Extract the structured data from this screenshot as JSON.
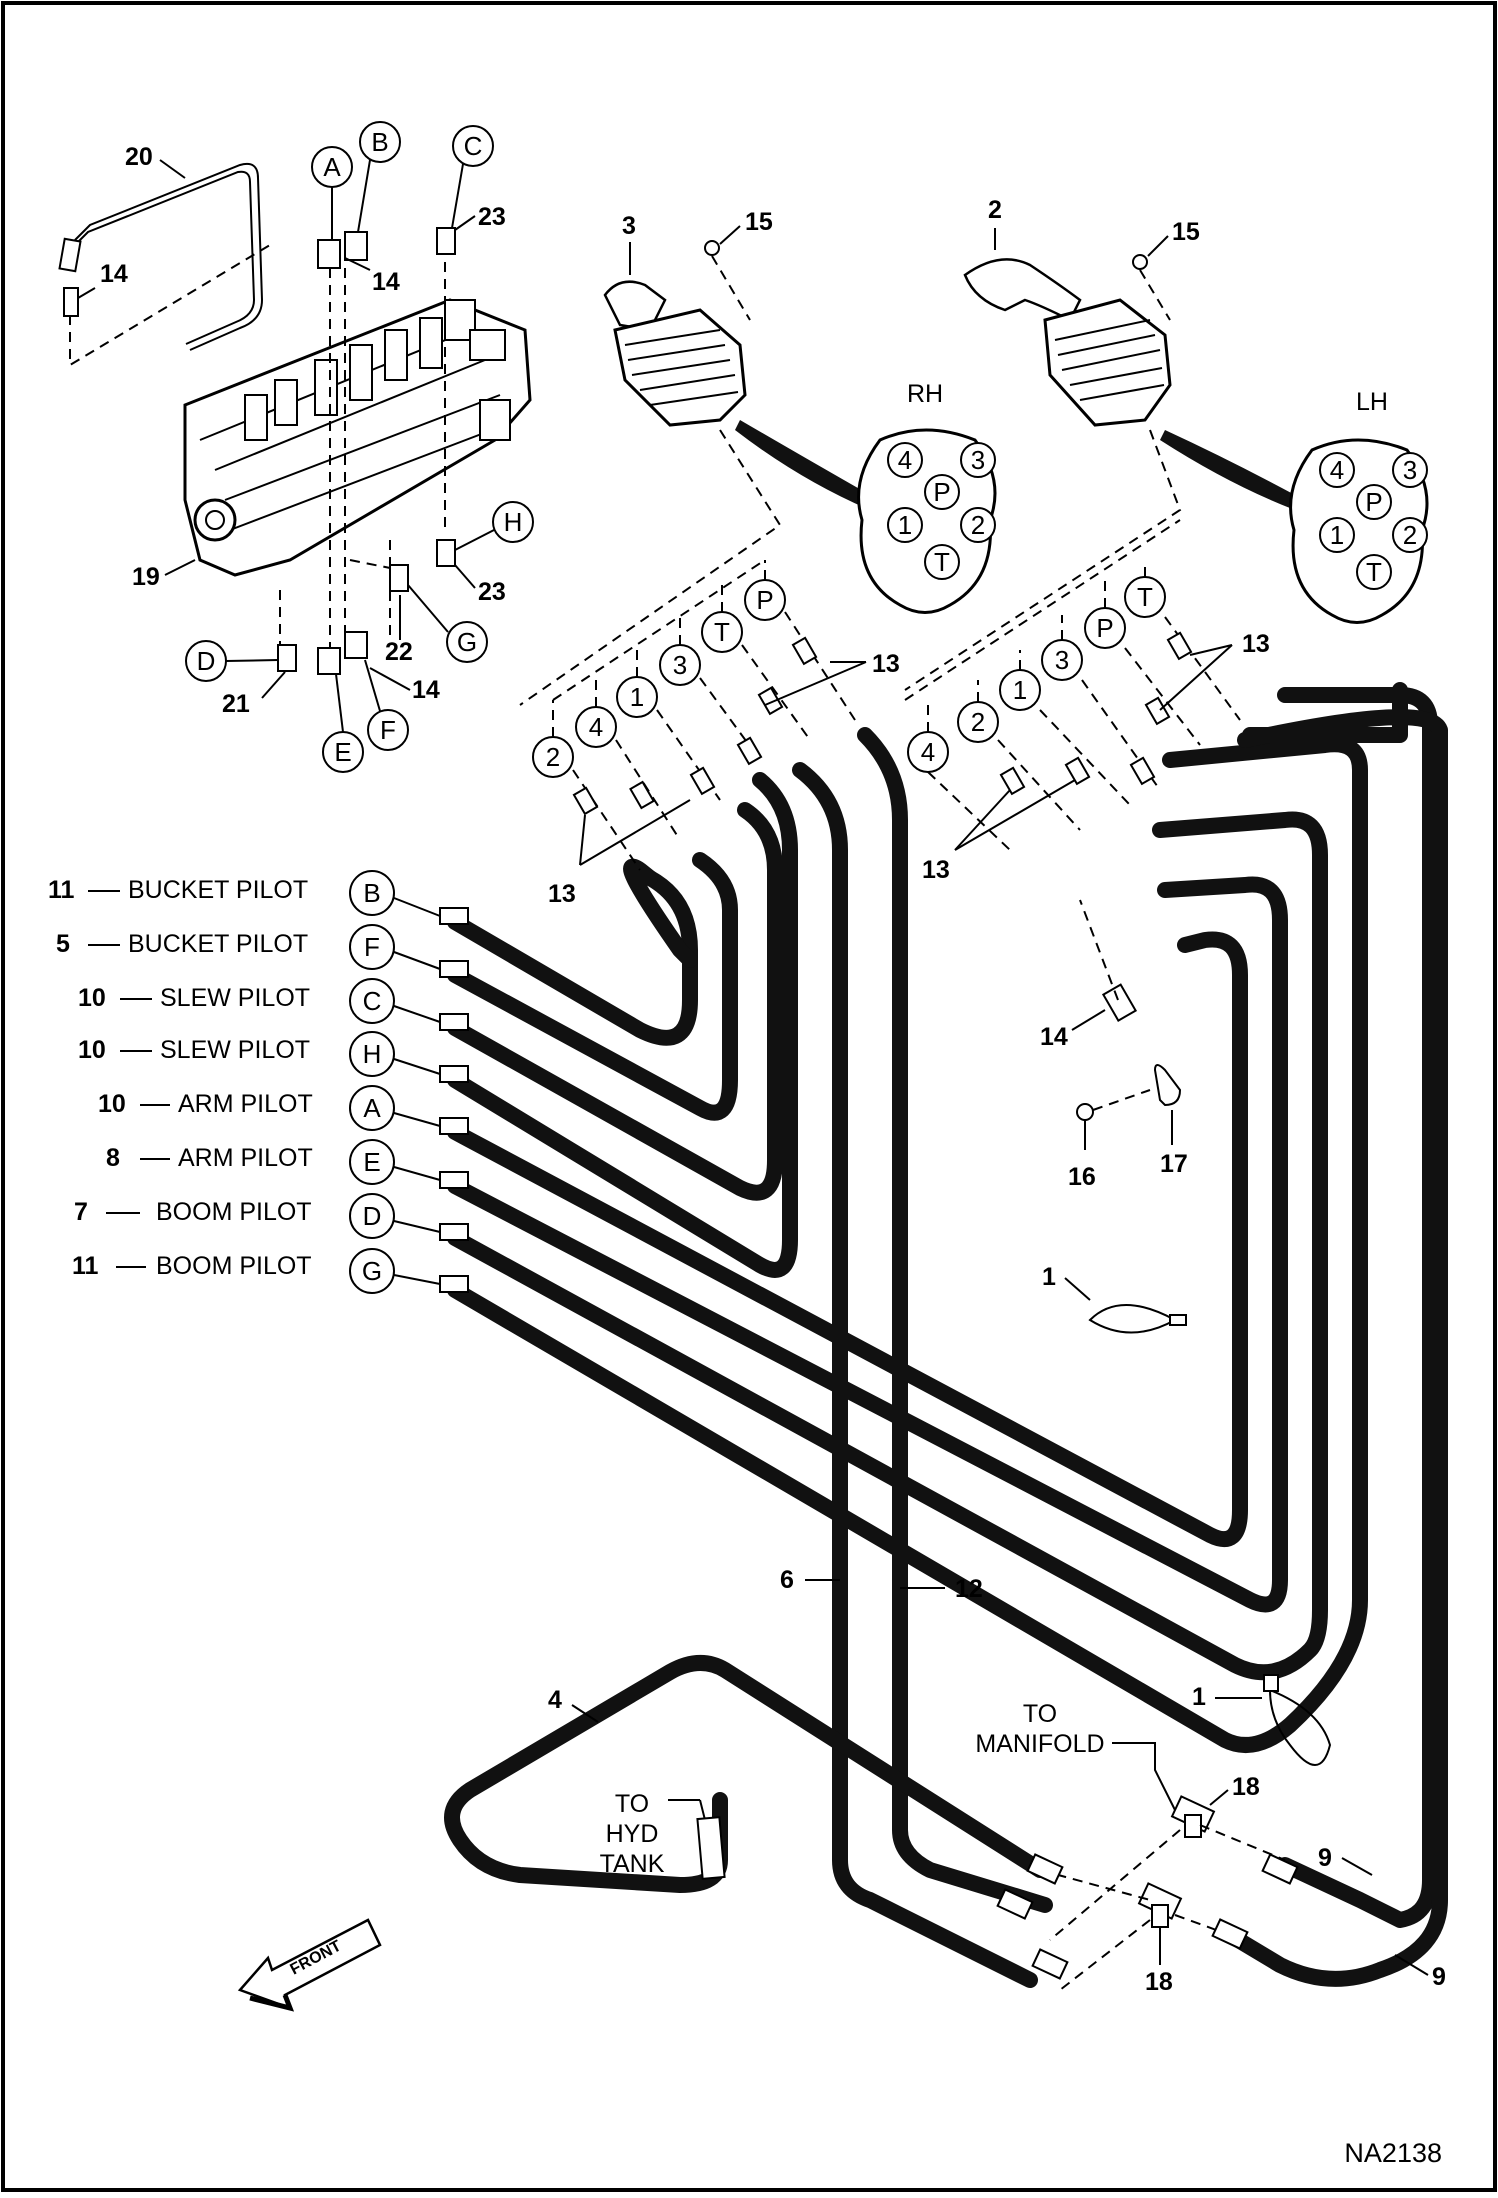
{
  "doc_id": "NA2138",
  "pilot_labels": [
    {
      "num": "11",
      "text": "BUCKET PILOT",
      "port": "B"
    },
    {
      "num": "5",
      "text": "BUCKET PILOT",
      "port": "F"
    },
    {
      "num": "10",
      "text": "SLEW PILOT",
      "port": "C"
    },
    {
      "num": "10",
      "text": "SLEW PILOT",
      "port": "H"
    },
    {
      "num": "10",
      "text": "ARM PILOT",
      "port": "A"
    },
    {
      "num": "8",
      "text": "ARM PILOT",
      "port": "E"
    },
    {
      "num": "7",
      "text": "BOOM PILOT",
      "port": "D"
    },
    {
      "num": "11",
      "text": "BOOM PILOT",
      "port": "G"
    }
  ],
  "valve_callouts": {
    "n20": "20",
    "n14a": "14",
    "n14b": "14",
    "n14c": "14",
    "n23a": "23",
    "n23b": "23",
    "n19": "19",
    "n21": "21",
    "n22": "22",
    "A": "A",
    "B": "B",
    "C": "C",
    "D": "D",
    "E": "E",
    "F": "F",
    "G": "G",
    "H": "H"
  },
  "rh_joystick": {
    "num": "3",
    "screw": "15",
    "side": "RH",
    "connector": [
      "4",
      "3",
      "P",
      "1",
      "2",
      "T"
    ],
    "ports": [
      "2",
      "4",
      "1",
      "3",
      "T",
      "P"
    ],
    "fitting_a": "13",
    "fitting_b": "13"
  },
  "lh_joystick": {
    "num": "2",
    "screw": "15",
    "side": "LH",
    "connector": [
      "4",
      "3",
      "P",
      "1",
      "2",
      "T"
    ],
    "ports": [
      "4",
      "2",
      "1",
      "3",
      "P",
      "T"
    ],
    "fitting_a": "13",
    "fitting_b": "13"
  },
  "misc": {
    "n14": "14",
    "n16": "16",
    "n17": "17",
    "n1a": "1",
    "n1b": "1",
    "n6": "6",
    "n12": "12",
    "n4": "4",
    "n18a": "18",
    "n18b": "18",
    "n9a": "9",
    "n9b": "9"
  },
  "to_hyd_tank": [
    "TO",
    "HYD",
    "TANK"
  ],
  "to_manifold": [
    "TO",
    "MANIFOLD"
  ],
  "front": "FRONT"
}
